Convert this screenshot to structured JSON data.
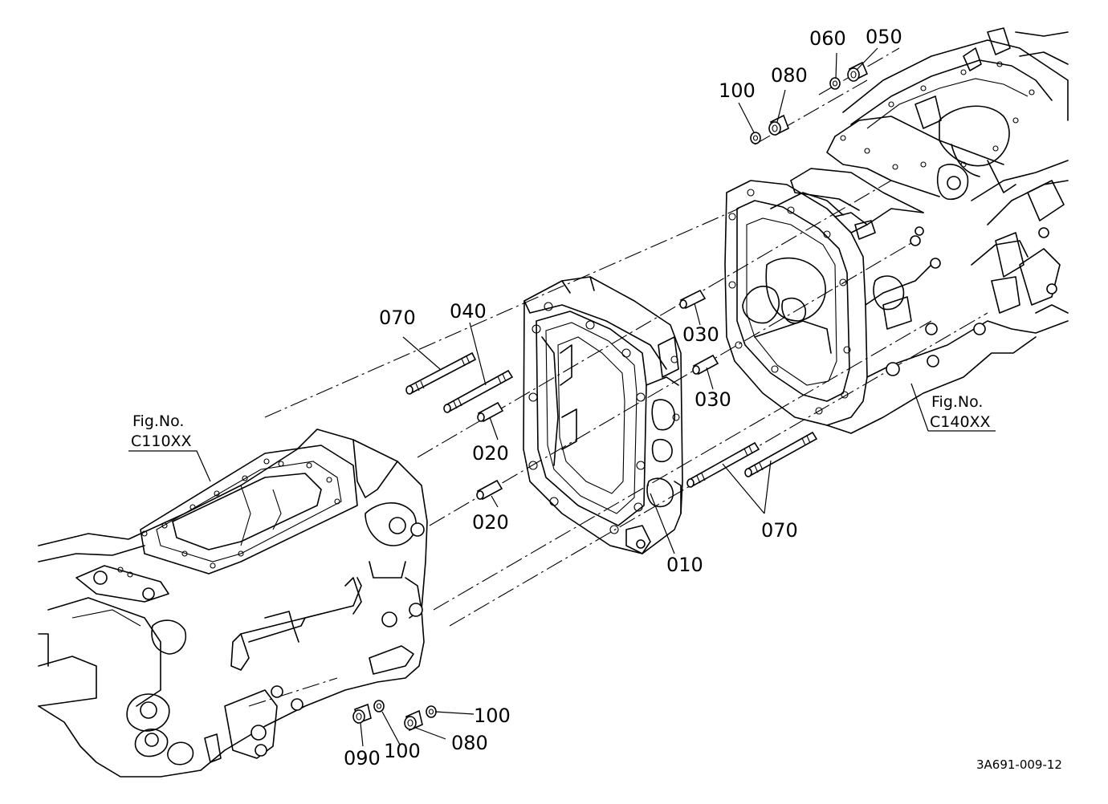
{
  "parts": [
    {
      "id": "p010",
      "label": "010"
    },
    {
      "id": "p020a",
      "label": "020"
    },
    {
      "id": "p020b",
      "label": "020"
    },
    {
      "id": "p030a",
      "label": "030"
    },
    {
      "id": "p030b",
      "label": "030"
    },
    {
      "id": "p040",
      "label": "040"
    },
    {
      "id": "p050",
      "label": "050"
    },
    {
      "id": "p060",
      "label": "060"
    },
    {
      "id": "p070a",
      "label": "070"
    },
    {
      "id": "p070b",
      "label": "070"
    },
    {
      "id": "p080a",
      "label": "080"
    },
    {
      "id": "p080b",
      "label": "080"
    },
    {
      "id": "p090",
      "label": "090"
    },
    {
      "id": "p100a",
      "label": "100"
    },
    {
      "id": "p100b",
      "label": "100"
    },
    {
      "id": "p100c",
      "label": "100"
    }
  ],
  "figure_refs": [
    {
      "id": "left",
      "label": "Fig.No.",
      "code": "C110XX"
    },
    {
      "id": "right",
      "label": "Fig.No.",
      "code": "C140XX"
    }
  ],
  "drawing_code": "3A691-009-12"
}
